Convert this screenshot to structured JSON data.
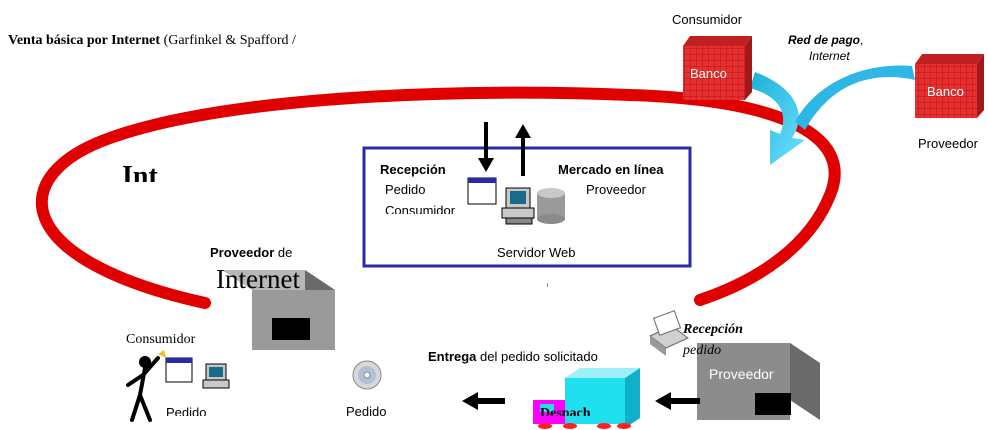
{
  "title": {
    "bold": "Venta básica por Internet",
    "rest": " (Garfinkel & Spafford /"
  },
  "top_right": {
    "consumidor": "Consumidor",
    "banco_left": "Banco",
    "banco_right": "Banco",
    "red_de_pago": "Red de pago",
    "comma": ",",
    "internet": "Internet",
    "proveedor": "Proveedor"
  },
  "ring": {
    "internet_label": "Int"
  },
  "server_box": {
    "recepcion": "Recepción",
    "pedido": "Pedido",
    "consumidor": "Consumidor",
    "mercado": "Mercado en línea",
    "proveedor": "Proveedor",
    "servidor_web": "Servidor Web"
  },
  "isp": {
    "proveedor_bold": "Proveedor",
    "de": " de",
    "internet": "Internet"
  },
  "consumer": {
    "label": "Consumidor",
    "pedido": "Pedido"
  },
  "cd": {
    "pedido": "Pedido"
  },
  "delivery": {
    "entrega": "Entrega",
    "rest": " del pedido solicitado",
    "despacho": "Despach"
  },
  "reception": {
    "recepcion": "Recepción",
    "pedido": "pedido"
  },
  "right_provider": {
    "label": "Proveedor"
  },
  "colors": {
    "ring_red": "#e00000",
    "box_blue": "#2a2aa8",
    "bank_red": "#e83030",
    "payment_cyan": "#20b8e8",
    "truck_cyan": "#20e0f0",
    "box_gray": "#8c8c8c"
  }
}
